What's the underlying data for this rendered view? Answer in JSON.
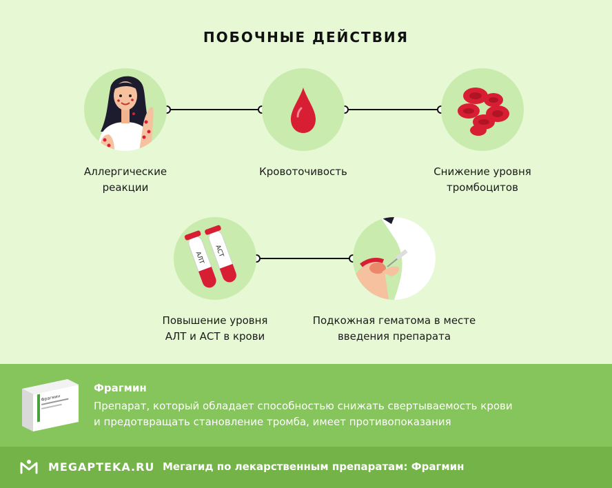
{
  "title": "ПОБОЧНЫЕ ДЕЙСТВИЯ",
  "effects": [
    {
      "label_line1": "Аллергические",
      "label_line2": "реакции",
      "icon": "allergy-woman-icon"
    },
    {
      "label_line1": "Кровоточивость",
      "label_line2": "",
      "icon": "blood-drop-icon"
    },
    {
      "label_line1": "Снижение уровня",
      "label_line2": "тромбоцитов",
      "icon": "blood-cells-icon"
    },
    {
      "label_line1": "Повышение уровня",
      "label_line2": "АЛТ и АСТ в крови",
      "icon": "test-tubes-icon"
    },
    {
      "label_line1": "Подкожная гематома в месте",
      "label_line2": "введения препарата",
      "icon": "injection-arm-icon"
    }
  ],
  "tubes": {
    "left": "АЛТ",
    "right": "АСТ"
  },
  "drug": {
    "name": "Фрагмин",
    "description_line1": "Препарат, который обладает способностью снижать свертываемость крови",
    "description_line2": "и предотвращать становление тромба, имеет противопоказания",
    "box_name": "Фрагмин"
  },
  "footer": {
    "brand": "MEGAPTEKA.RU",
    "text": "Мегагид по лекарственным препаратам: Фрагмин"
  },
  "colors": {
    "background": "#e6f8d4",
    "circle": "#c9ecae",
    "band": "#86c45c",
    "footer": "#73b348",
    "red": "#d81e32"
  }
}
